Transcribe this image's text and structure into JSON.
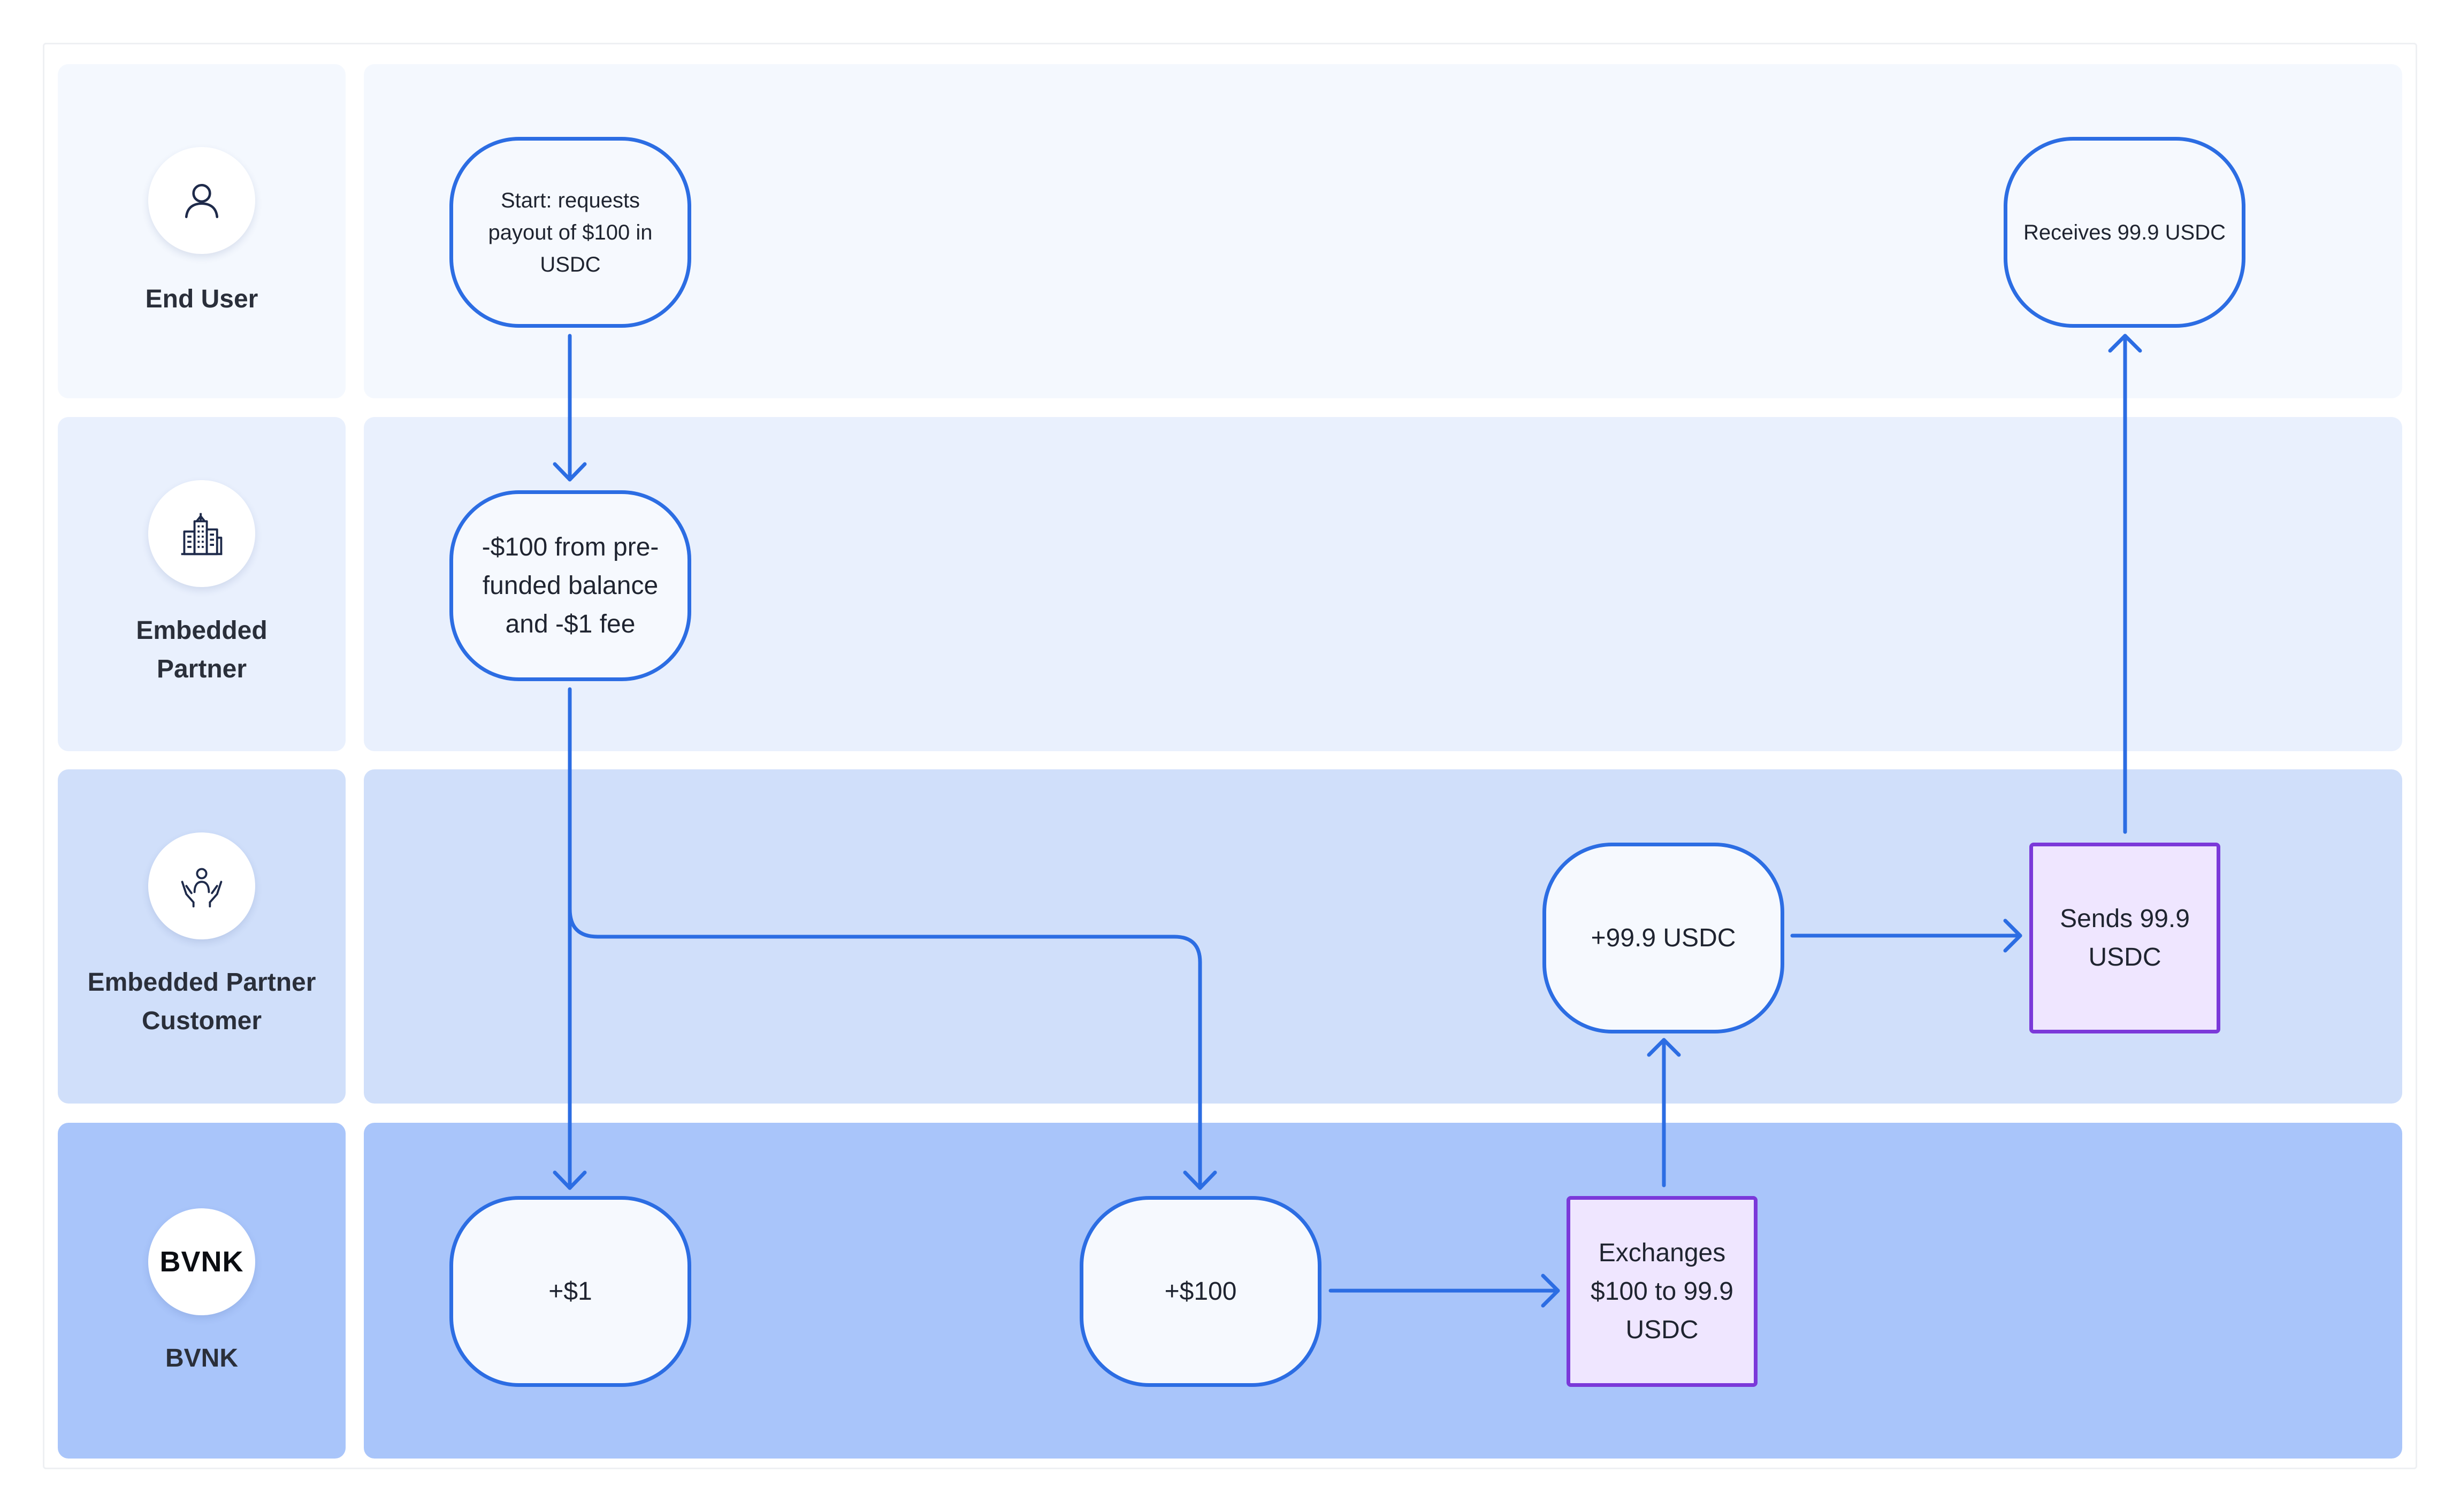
{
  "colors": {
    "lane_end_user": "#f4f8fe",
    "lane_embedded_partner": "#e9f0fd",
    "lane_partner_customer": "#d0dffa",
    "lane_bvnk": "#a9c5fa",
    "pill_border": "#2c6de3",
    "box_border": "#7b39d9",
    "box_fill": "#efe6ff",
    "arrow": "#2c6de3"
  },
  "lanes": [
    {
      "name": "End User",
      "icon": "user-icon"
    },
    {
      "name": "Embedded Partner",
      "icon": "building-icon"
    },
    {
      "name": "Embedded Partner Customer",
      "icon": "hands-person-icon"
    },
    {
      "name": "BVNK",
      "icon": "bvnk-logo",
      "logo_text": "BVNK"
    }
  ],
  "nodes": {
    "start_request": "Start: requests payout of $100 in USDC",
    "receives_usdc": "Receives 99.9 USDC",
    "debit_balance": "-$100 from pre-funded balance and -$1 fee",
    "credit_usdc": "+99.9 USDC",
    "sends_usdc": "Sends 99.9 USDC",
    "fee_credit": "+$1",
    "amount_credit": "+$100",
    "exchange": "Exchanges $100 to 99.9 USDC"
  }
}
